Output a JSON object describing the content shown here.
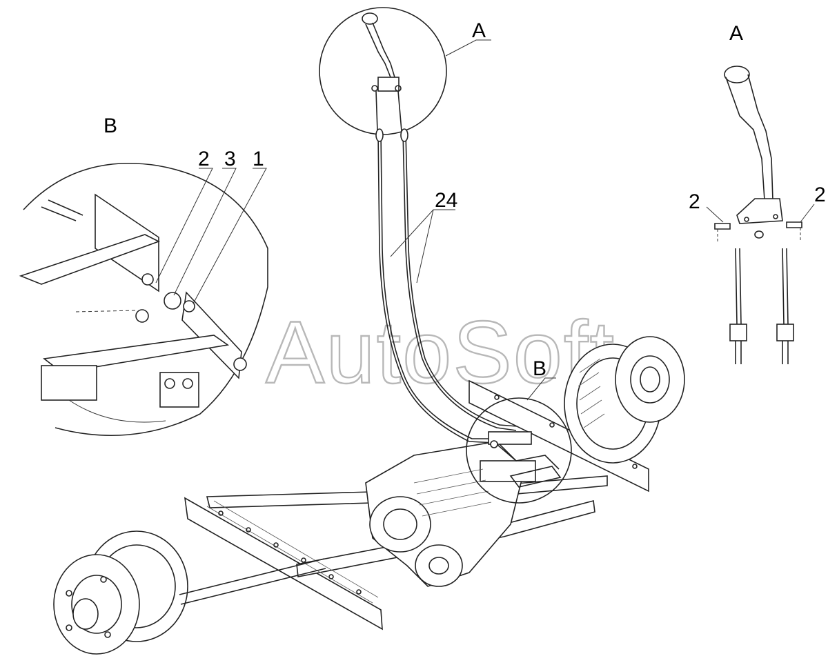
{
  "callouts": {
    "view_a_circle": "A",
    "view_b_circle": "B",
    "view_a_title": "A",
    "view_b_title": "B",
    "part_1": "1",
    "part_2_detail_b": "2",
    "part_3": "3",
    "part_24": "24",
    "part_2_left": "2",
    "part_2_right": "2"
  },
  "watermark": "AutoSoft"
}
